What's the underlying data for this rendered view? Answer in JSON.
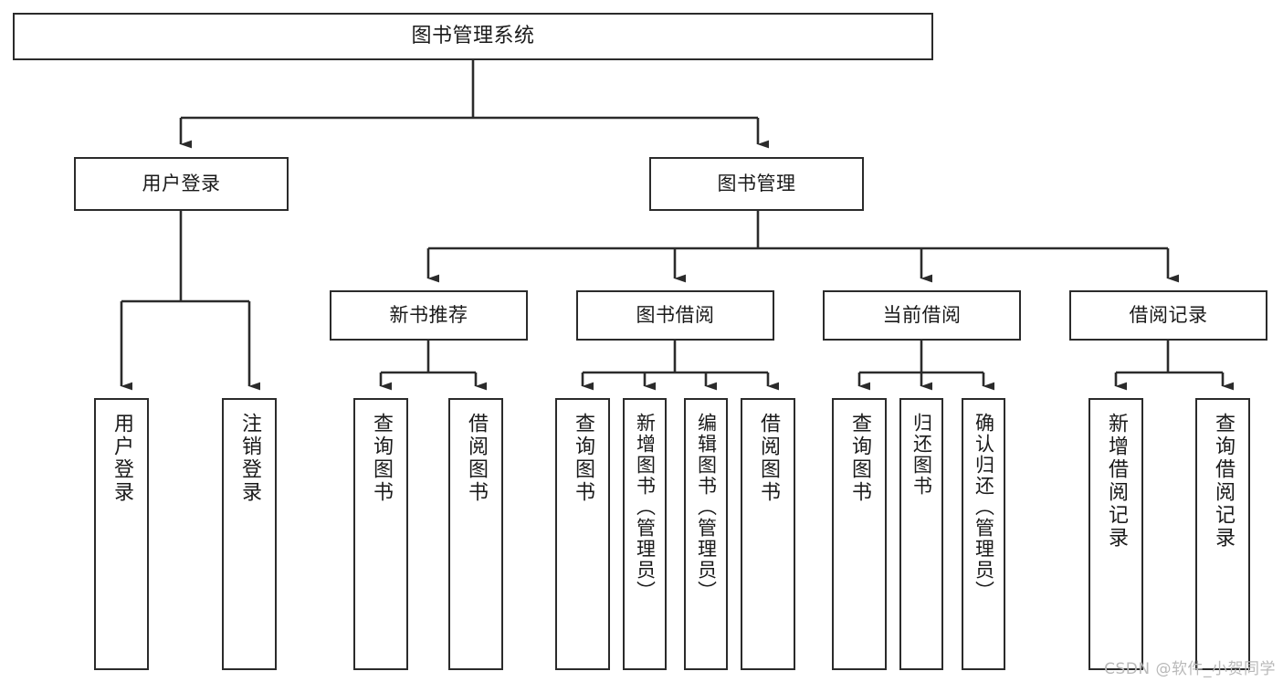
{
  "diagram": {
    "title": "图书管理系统",
    "type": "功能结构图",
    "colors": {
      "box_border": "#2b2b2b",
      "box_fill": "#ffffff",
      "edge": "#2b2b2b",
      "text": "#1a1a1a",
      "watermark": "#b9b9b9",
      "background": "#ffffff"
    }
  },
  "root": {
    "label": "图书管理系统"
  },
  "level2": [
    {
      "id": "user-login",
      "label": "用户登录"
    },
    {
      "id": "book-manage",
      "label": "图书管理"
    }
  ],
  "level3": [
    {
      "id": "new-book-rec",
      "label": "新书推荐"
    },
    {
      "id": "book-borrow",
      "label": "图书借阅"
    },
    {
      "id": "current-borrow",
      "label": "当前借阅"
    },
    {
      "id": "borrow-record",
      "label": "借阅记录"
    }
  ],
  "leaves": {
    "user_login": [
      {
        "id": "leaf-user-login",
        "label": "用户登录"
      },
      {
        "id": "leaf-logout",
        "label": "注销登录"
      }
    ],
    "new_book_rec": [
      {
        "id": "leaf-query-book-1",
        "label": "查询图书"
      },
      {
        "id": "leaf-borrow-book-1",
        "label": "借阅图书"
      }
    ],
    "book_borrow": [
      {
        "id": "leaf-query-book-2",
        "label": "查询图书"
      },
      {
        "id": "leaf-add-book",
        "label": "新增图书（管理员）"
      },
      {
        "id": "leaf-edit-book",
        "label": "编辑图书（管理员）"
      },
      {
        "id": "leaf-borrow-book-2",
        "label": "借阅图书"
      }
    ],
    "current_borrow": [
      {
        "id": "leaf-query-book-3",
        "label": "查询图书"
      },
      {
        "id": "leaf-return-book",
        "label": "归还图书"
      },
      {
        "id": "leaf-confirm-return",
        "label": "确认归还（管理员）"
      }
    ],
    "borrow_record": [
      {
        "id": "leaf-add-record",
        "label": "新增借阅记录"
      },
      {
        "id": "leaf-query-record",
        "label": "查询借阅记录"
      }
    ]
  },
  "watermark": {
    "text": "CSDN @软件_小贺同学"
  }
}
